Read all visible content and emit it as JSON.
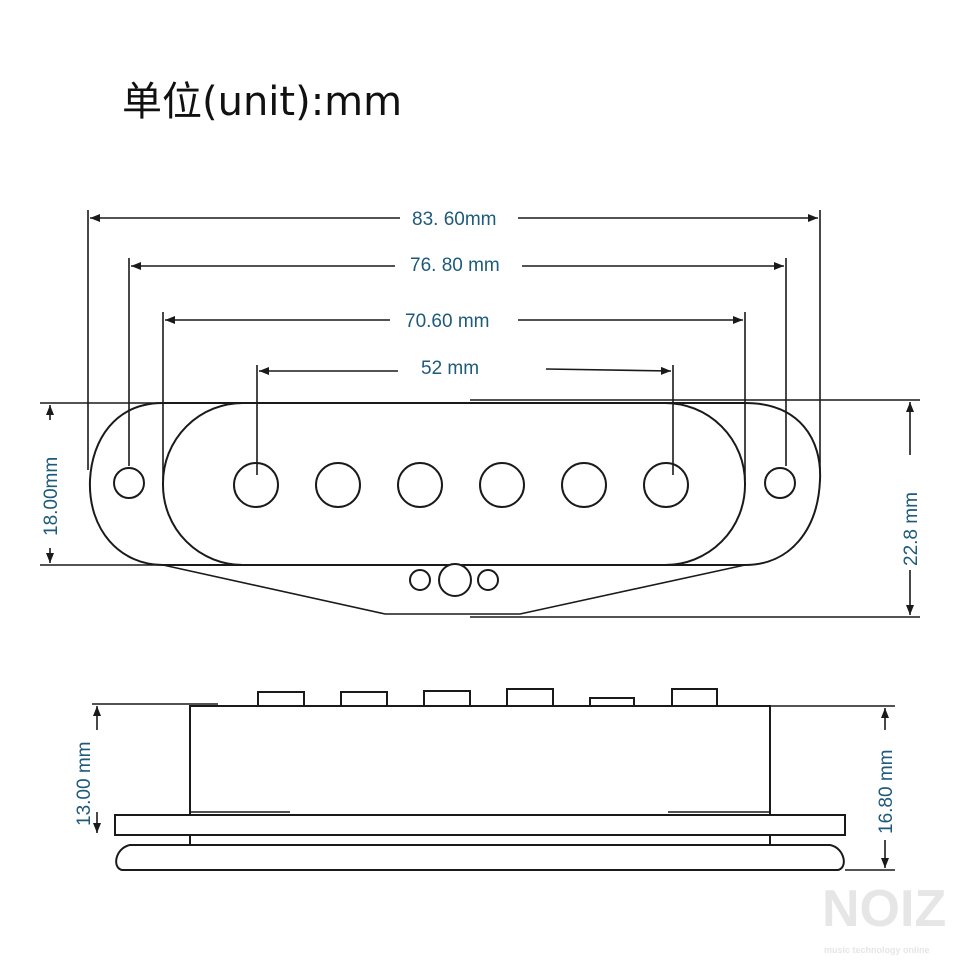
{
  "title": "单位(unit):mm",
  "dimensions": {
    "overall_length": "83. 60mm",
    "mount_hole_spacing": "76. 80 mm",
    "cover_length": "70.60 mm",
    "pole_spacing": "52 mm",
    "cover_width": "18.00mm",
    "overall_width": "22.8 mm",
    "body_height": "13.00 mm",
    "overall_height": "16.80 mm"
  },
  "watermark": {
    "logo": "NOIZ",
    "tagline": "music technology online"
  },
  "colors": {
    "dimension_text": "#1e5a7a",
    "lines": "#1a1a1a"
  }
}
